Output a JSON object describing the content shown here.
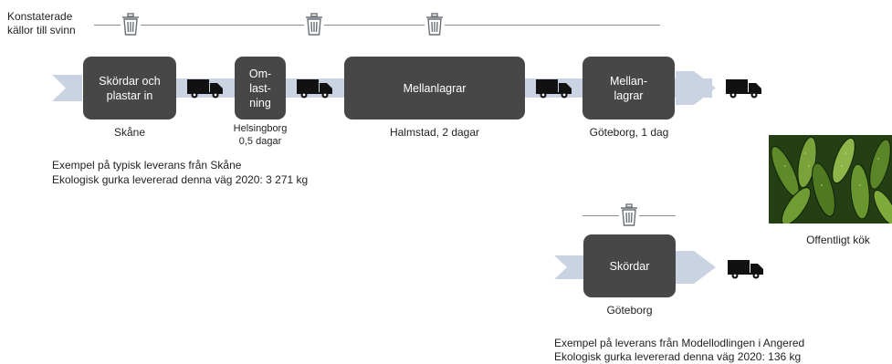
{
  "legend": {
    "label": "Konstaterade\nkällor till svinn"
  },
  "top_route": {
    "steps": [
      {
        "label": "Skördar och\nplastar in",
        "caption": "Skåne"
      },
      {
        "label": "Om-\nlast-\nning",
        "caption": "Helsingborg\n0,5 dagar"
      },
      {
        "label": "Mellanlagrar",
        "caption": "Halmstad, 2 dagar"
      },
      {
        "label": "Mellan-\nlagrar",
        "caption": "Göteborg, 1 dag"
      }
    ],
    "note_line1": "Exempel på typisk leverans från Skåne",
    "note_line2": "Ekologisk gurka levererad denna väg 2020: 3 271 kg"
  },
  "bottom_route": {
    "step": {
      "label": "Skördar",
      "caption": "Göteborg"
    },
    "note_line1": "Exempel på leverans från Modellodlingen i Angered",
    "note_line2": "Ekologisk gurka levererad denna väg 2020: 136 kg"
  },
  "destination": {
    "label": "Offentligt kök"
  },
  "colors": {
    "box": "#474747",
    "band": "#c9d3e2",
    "line": "#8a8f96"
  },
  "icons": [
    "trash-icon",
    "truck-icon"
  ]
}
